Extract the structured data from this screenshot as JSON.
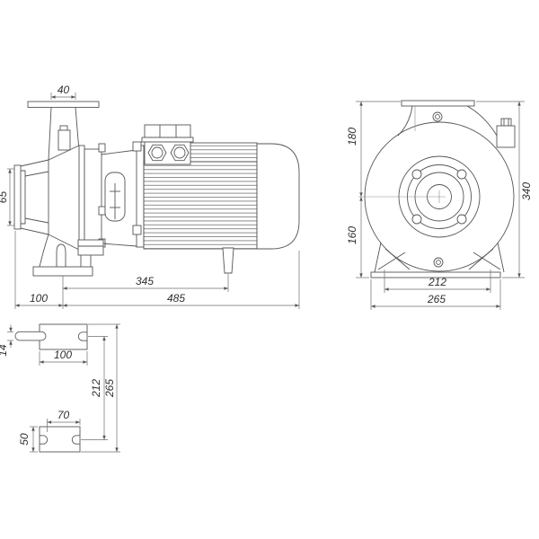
{
  "drawing": {
    "side_view": {
      "discharge_nozzle_width": "40",
      "suction_nozzle_bore": "65",
      "suction_face_to_foot_center": "100",
      "foot_center_to_drain": "345",
      "overall_length": "485"
    },
    "front_view": {
      "center_to_discharge_flange": "180",
      "center_to_base": "160",
      "overall_height": "340",
      "foot_hole_spacing": "212",
      "base_width": "265"
    },
    "foot_plan_details": {
      "slot_width": "14",
      "front_pad_length": "100",
      "hole_spacing": "212",
      "overall_foot_length": "265",
      "rear_pad_length": "70",
      "rear_pad_width": "50"
    }
  }
}
